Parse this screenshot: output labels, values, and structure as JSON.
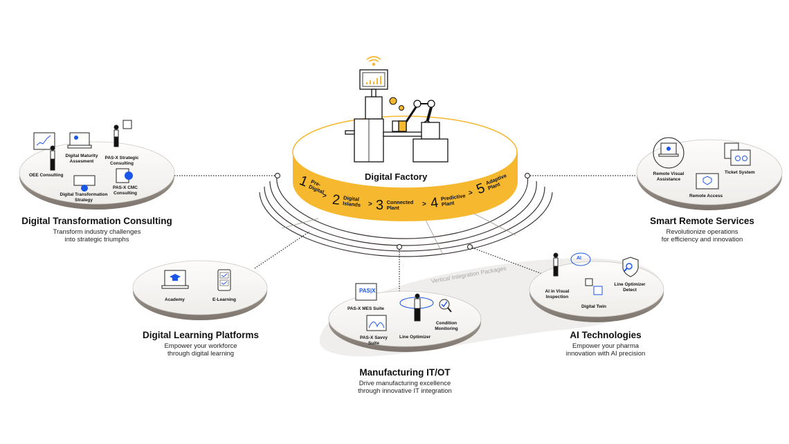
{
  "center": {
    "title": "Digital Factory",
    "accent_color": "#f5b82e",
    "stages": [
      {
        "num": "1",
        "label": "Pre-Digital"
      },
      {
        "num": "2",
        "label": "Digital Islands"
      },
      {
        "num": "3",
        "label": "Connected Plant"
      },
      {
        "num": "4",
        "label": "Predictive Plant"
      },
      {
        "num": "5",
        "label": "Adaptive Plant"
      }
    ],
    "separator": ">"
  },
  "nodes": {
    "consulting": {
      "title": "Digital Transformation Consulting",
      "subtitle_1": "Transform industry challenges",
      "subtitle_2": "into strategic triumphs",
      "items": [
        "OEE Consulting",
        "Digital Maturity Assesment",
        "PAS-X Strategic Consulting",
        "Digital Transformation Strategy",
        "PAS-X CMC Consulting"
      ]
    },
    "remote": {
      "title": "Smart Remote Services",
      "subtitle_1": "Revolutionize operations",
      "subtitle_2": "for efficiency and innovation",
      "items": [
        "Remote Visual Assistance",
        "Ticket System",
        "Remote Access"
      ]
    },
    "learning": {
      "title": "Digital Learning Platforms",
      "subtitle_1": "Empower your workforce",
      "subtitle_2": "through digital learning",
      "items": [
        "Academy",
        "E-Learning"
      ]
    },
    "manufacturing": {
      "title": "Manufacturing IT/OT",
      "subtitle_1": "Drive manufacturing excellence",
      "subtitle_2": "through innovative IT integration",
      "items": [
        "PAS-X MES Suite",
        "PAS-X Savvy Suite",
        "Line Optimizer",
        "Condition Monitoring"
      ],
      "pasx_logo": "PAS|X",
      "band_label": "Vertical Integration Packages"
    },
    "ai": {
      "title": "AI Technologies",
      "subtitle_1": "Empower your pharma",
      "subtitle_2": "innovation with AI precision",
      "items": [
        "AI in Visual Inspection",
        "Digital Twin",
        "Line Optimizer Detect"
      ],
      "ai_badge": "AI"
    }
  },
  "colors": {
    "accent_yellow": "#f5b82e",
    "icon_blue": "#1a56e8",
    "platform_rim": "#8f8880",
    "platform_top": "#f7f6f4",
    "band_grey": "#efeeec",
    "line_dark": "#3a3330"
  }
}
